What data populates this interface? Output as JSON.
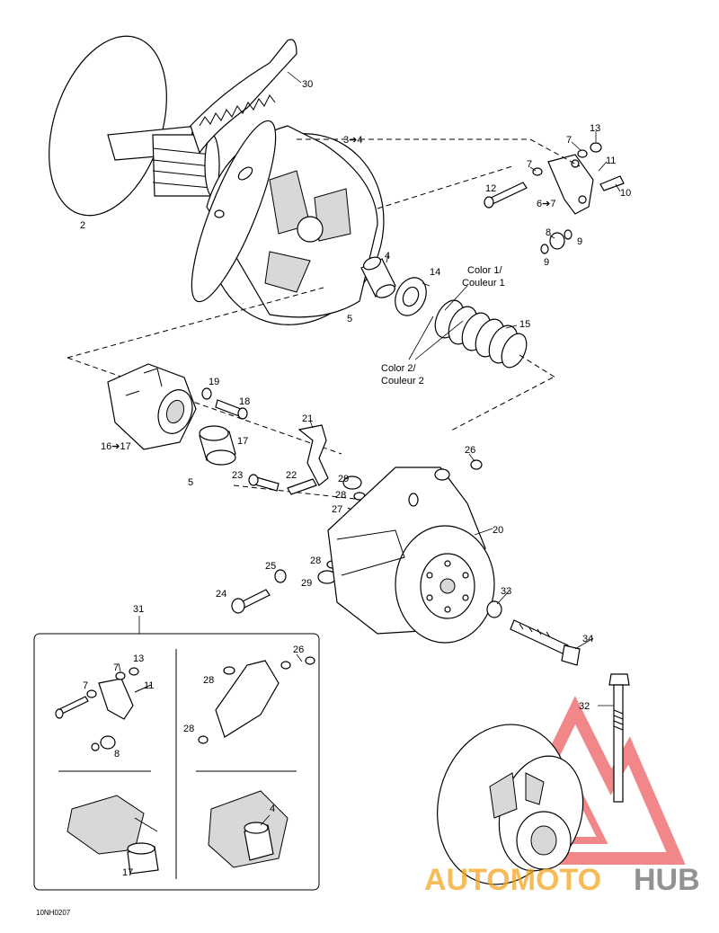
{
  "drawing_code": "10NH0207",
  "callouts": {
    "p2": "2",
    "p30": "30",
    "p3_4": "3➔4",
    "p4": "4",
    "p5a": "5",
    "p14": "14",
    "color1": "Color 1/",
    "couleur1": "Couleur 1",
    "p15": "15",
    "color2": "Color 2/",
    "couleur2": "Couleur 2",
    "p13": "13",
    "p7a": "7",
    "p7b": "7",
    "p11": "11",
    "p12": "12",
    "p6_7": "6➔7",
    "p10": "10",
    "p8": "8",
    "p9a": "9",
    "p9b": "9",
    "p19": "19",
    "p18": "18",
    "p16_17": "16➔17",
    "p17": "17",
    "p5b": "5",
    "p21": "21",
    "p26": "26",
    "p23": "23",
    "p22": "22",
    "p29a": "29",
    "p28a": "28",
    "p27": "27",
    "p20": "20",
    "p25": "25",
    "p28b": "28",
    "p29b": "29",
    "p24": "24",
    "p33": "33",
    "p34": "34",
    "p31": "31",
    "p32": "32"
  },
  "inset": {
    "p13": "13",
    "p7a": "7",
    "p7b": "7",
    "p11": "11",
    "p8": "8",
    "p26": "26",
    "p28a": "28",
    "p28b": "28",
    "p17": "17",
    "p4": "4"
  },
  "watermark": {
    "text_part1": "AUTOMOTO",
    "text_part2": "HUB",
    "color_red": "#e8262b",
    "color_orange": "#f5a623",
    "color_gray": "#6d6e71"
  }
}
